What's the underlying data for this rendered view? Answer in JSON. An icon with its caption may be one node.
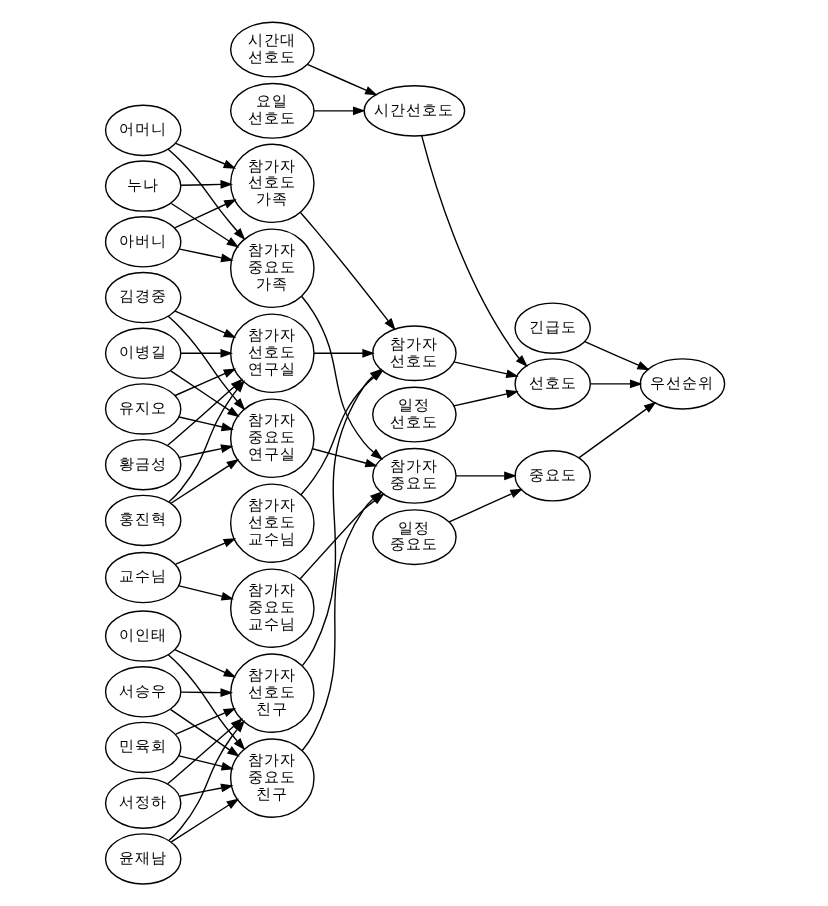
{
  "diagram": {
    "nodes": [
      {
        "text": [
          "참가자 선호도 연구실"
        ]
      },
      {
        "text": [
          "아버니"
        ]
      },
      {
        "text": [
          "어머니"
        ]
      },
      {
        "text": [
          "누나"
        ]
      },
      {
        "text": [
          "이병길"
        ]
      },
      {
        "text": [
          "유지오"
        ]
      },
      {
        "text": [
          "황금성"
        ]
      },
      {
        "text": [
          "홍진혁"
        ]
      },
      {
        "text": [
          "김경중"
        ]
      },
      {
        "text": [
          "참가자 선호도 가족"
        ]
      },
      {
        "text": [
          "참가자 선호도"
        ]
      },
      {
        "text": [
          "선호도"
        ]
      },
      {
        "text": [
          "긴급도"
        ]
      },
      {
        "text": [
          "우선순위"
        ]
      },
      {
        "text": [
          "중요도"
        ]
      },
      {
        "text": [
          "참가자 중요도 가족"
        ]
      },
      {
        "text": [
          "참가자 중요도"
        ]
      },
      {
        "text": [
          "참가자 중요도 연구실"
        ]
      },
      {
        "text": [
          "참가자 선호도 교수님"
        ]
      },
      {
        "text": [
          "참가자 선호도 친구"
        ]
      },
      {
        "text": [
          "시간선호도"
        ]
      },
      {
        "text": [
          "시간대 선호도"
        ]
      },
      {
        "text": [
          "요일 선호도"
        ]
      },
      {
        "text": [
          "교수님"
        ]
      },
      {
        "text": [
          "이인태"
        ]
      },
      {
        "text": [
          "일정 선호도"
        ]
      },
      {
        "text": [
          "일정 중요도"
        ]
      },
      {
        "text": [
          "서승우"
        ]
      },
      {
        "text": [
          "민육회"
        ]
      },
      {
        "text": [
          "서정하"
        ]
      },
      {
        "text": [
          "윤재남"
        ]
      },
      {
        "text": [
          "참가자 중요도 친구"
        ]
      },
      {
        "text": [
          "참가자 중요도 교수님"
        ]
      }
    ],
    "edges": [
      {
        "from": 1,
        "to": 9,
        "arrow": "to"
      },
      {
        "from": 2,
        "to": 9,
        "arrow": "to"
      },
      {
        "from": 3,
        "to": 9,
        "arrow": "to"
      },
      {
        "from": 1,
        "to": 15,
        "arrow": "to"
      },
      {
        "from": 2,
        "to": 15,
        "arrow": "to"
      },
      {
        "from": 3,
        "to": 15,
        "arrow": "to"
      },
      {
        "from": 4,
        "to": 0,
        "arrow": "to"
      },
      {
        "from": 5,
        "to": 0,
        "arrow": "to"
      },
      {
        "from": 6,
        "to": 0,
        "arrow": "to"
      },
      {
        "from": 7,
        "to": 0,
        "arrow": "to"
      },
      {
        "from": 8,
        "to": 0,
        "arrow": "to"
      },
      {
        "from": 4,
        "to": 17,
        "arrow": "to"
      },
      {
        "from": 5,
        "to": 17,
        "arrow": "to"
      },
      {
        "from": 6,
        "to": 17,
        "arrow": "to"
      },
      {
        "from": 7,
        "to": 17,
        "arrow": "to"
      },
      {
        "from": 8,
        "to": 17,
        "arrow": "to"
      },
      {
        "from": 0,
        "to": 10,
        "arrow": "to"
      },
      {
        "from": 9,
        "to": 10,
        "arrow": "to"
      },
      {
        "from": 18,
        "to": 10,
        "arrow": "to"
      },
      {
        "from": 19,
        "to": 10,
        "arrow": "to"
      },
      {
        "from": 10,
        "to": 11,
        "arrow": "to"
      },
      {
        "from": 20,
        "to": 11,
        "arrow": "to"
      },
      {
        "from": 25,
        "to": 11,
        "arrow": "to"
      },
      {
        "from": 11,
        "to": 13,
        "arrow": "to"
      },
      {
        "from": 12,
        "to": 13,
        "arrow": "to"
      },
      {
        "from": 14,
        "to": 13,
        "arrow": "to"
      },
      {
        "from": 26,
        "to": 14,
        "arrow": "to"
      },
      {
        "from": 16,
        "to": 14,
        "arrow": "to"
      },
      {
        "from": 15,
        "to": 16,
        "arrow": "to"
      },
      {
        "from": 17,
        "to": 16,
        "arrow": "to"
      },
      {
        "from": 31,
        "to": 16,
        "arrow": "to"
      },
      {
        "from": 32,
        "to": 16,
        "arrow": "to"
      },
      {
        "from": 21,
        "to": 20,
        "arrow": "to"
      },
      {
        "from": 22,
        "to": 20,
        "arrow": "to"
      },
      {
        "from": 23,
        "to": 18,
        "arrow": "to"
      },
      {
        "from": 23,
        "to": 32,
        "arrow": "to"
      },
      {
        "from": 24,
        "to": 19,
        "arrow": "to"
      },
      {
        "from": 27,
        "to": 19,
        "arrow": "to"
      },
      {
        "from": 28,
        "to": 19,
        "arrow": "to"
      },
      {
        "from": 29,
        "to": 19,
        "arrow": "to"
      },
      {
        "from": 30,
        "to": 19,
        "arrow": "to"
      },
      {
        "from": 24,
        "to": 31,
        "arrow": "to"
      },
      {
        "from": 27,
        "to": 31,
        "arrow": "to"
      },
      {
        "from": 28,
        "to": 31,
        "arrow": "to"
      },
      {
        "from": 29,
        "to": 31,
        "arrow": "to"
      },
      {
        "from": 30,
        "to": 31,
        "arrow": "to"
      }
    ]
  }
}
